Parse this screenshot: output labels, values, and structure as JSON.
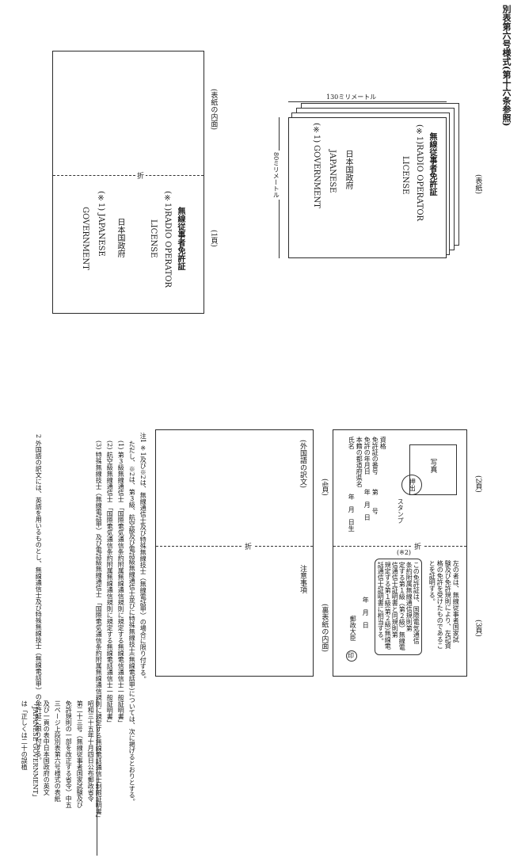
{
  "header": {
    "title": "別表第六号様式(第十六条参照)"
  },
  "cover": {
    "label": "(表紙)",
    "title_ja": "無線従事者免許証",
    "title_en_1": "(※1)RADIO OPERATOR",
    "title_en_2": "LICENSE",
    "gov_ja": "日本国政府",
    "gov_en_prefix": "(※1)",
    "gov_en_1": "JAPANESE",
    "gov_en_2": "GOVERNMENT",
    "dim_height": "130ミリメートル",
    "dim_width": "80ミリメートル"
  },
  "inner_cover": {
    "label": "(表紙の内面)"
  },
  "page1": {
    "label": "(1頁)",
    "fold_text": "折",
    "title_ja": "無線従事者免許証",
    "title_en_1": "(※1)RADIO OPERATOR",
    "title_en_2": "LICENSE",
    "gov_ja": "日本国政府",
    "gov_en_1": "(※1) JAPANESE",
    "gov_en_2": "GOVERNMENT"
  },
  "page2": {
    "label": "(2頁)",
    "photo_label": "写真",
    "stamp_label": "押出",
    "stamp_sub": "スタンプ",
    "fields": [
      "資格",
      "免許証の番号",
      "免許の年月日",
      "本籍の都道府県名",
      "氏名"
    ],
    "field_values": [
      "第　　号",
      "年　月　日",
      "",
      "",
      "年　月　日生"
    ]
  },
  "page3": {
    "label": "(3頁)",
    "text_lines": [
      "左の者は、無線従事者国家試",
      "験及び免許規則により、左記資",
      "格の免許を受けたものであるこ",
      "とを証明する。"
    ],
    "note_lines": [
      "この免許証は、国際電気通信",
      "条約附属無線通信規則第",
      "定する第１級（第２級）無線電",
      "信通信士証明書と同規則第",
      "規定する第１級(第２級)無線電",
      "話通信士証明書に相当する。"
    ],
    "note_prefix": "(※2)",
    "date": "年　月　日",
    "minister": "郵政大臣",
    "seal": "印"
  },
  "page4": {
    "label": "(4頁)",
    "content": "(外国語の訳文)"
  },
  "back_inner": {
    "label": "(裏表紙の内面)",
    "content": "注意事項"
  },
  "notes": {
    "n1": "注1 ※1及び※2は、無線通信士及び特殊無線技士（無線電話甲）の場合に限り付する。",
    "n1b": "ただし、※2は、第３級、航空級及び電話級無線通信士並びに特殊無線技士(無線電話甲)については、次に掲げるとおりとする。",
    "n1c": "(1) 第３級無線通信士 「国際電気通信条約附属無線通信規則に規定する無線電信通信士一般証明書」",
    "n1d": "(2) 航空級無線通信士 「国際電気通信条約附属無線通信規則に規定する無線電話通信士一般証明書」",
    "n1e": "(3) 特殊無線技士（無線電話甲）及び電話級無線通信士 「国際電気通信条約附属無線通信規則に規定する無線電話通信士制限証明書」",
    "n2": "2 外国語の訳文には、英語を用いるものとし、無線通信士及び特殊無線技士（無線電話甲）の免許証に限り付する。"
  },
  "side_note": {
    "lines": [
      "昭和三十五年十月四日公布郵政省令",
      "第二十三号（無線従事者国家試験及び",
      "免許規則の一部を改正する省令）中五",
      "三ページ上段別表第六号様式の表紙",
      "及び一頁の表中日本国政府の英文",
      "「JAPANESE GOVERNMENT」",
      "は「正しくは二十の誤植"
    ]
  },
  "fold_mark": "折"
}
